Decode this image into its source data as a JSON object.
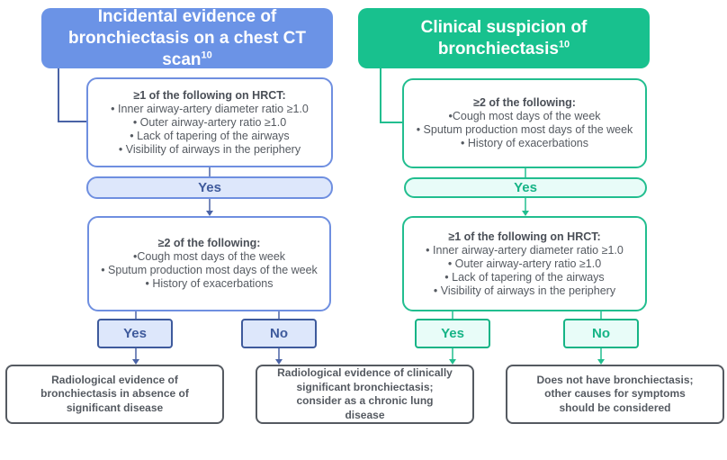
{
  "left_pathway": {
    "header": {
      "title": "Incidental evidence of bronchiectasis on a chest CT scan",
      "ref": "10"
    },
    "criteria_1": {
      "title": "≥1 of the following on HRCT:",
      "items": [
        "• Inner airway-artery diameter ratio ≥1.0",
        "• Outer airway-artery ratio ≥1.0",
        "• Lack of tapering of the airways",
        "• Visibility of airways in the periphery"
      ]
    },
    "decision_1": "Yes",
    "criteria_2": {
      "title": "≥2 of the following:",
      "items": [
        "•Cough most days of the week",
        "• Sputum production most days of the week",
        "• History of exacerbations"
      ]
    },
    "yes_label": "Yes",
    "no_label": "No"
  },
  "right_pathway": {
    "header": {
      "title": "Clinical suspicion of bronchiectasis",
      "ref": "10"
    },
    "criteria_1": {
      "title": "≥2 of the following:",
      "items": [
        "•Cough most days of the week",
        "• Sputum production most days of the week",
        "• History of exacerbations"
      ]
    },
    "decision_1": "Yes",
    "criteria_2": {
      "title": "≥1 of the following on HRCT:",
      "items": [
        "• Inner airway-artery diameter ratio ≥1.0",
        "• Outer airway-artery ratio ≥1.0",
        "• Lack of tapering of the airways",
        "• Visibility of airways in the periphery"
      ]
    },
    "yes_label": "Yes",
    "no_label": "No"
  },
  "outcomes": {
    "no_significant_disease": "Radiological evidence of bronchiectasis in absence of significant disease",
    "clinically_significant": "Radiological evidence of clinically significant bronchiectasis; consider as a chronic lung disease",
    "not_bronchiectasis": "Does not have bronchiectasis; other causes for symptoms should be considered"
  },
  "colors": {
    "blue_header": "#6b93e6",
    "green_header": "#18c18e",
    "blue_border": "#6f8fe0",
    "green_border": "#22be8f",
    "navy_border": "#4a63a6",
    "text": "#555a61"
  }
}
